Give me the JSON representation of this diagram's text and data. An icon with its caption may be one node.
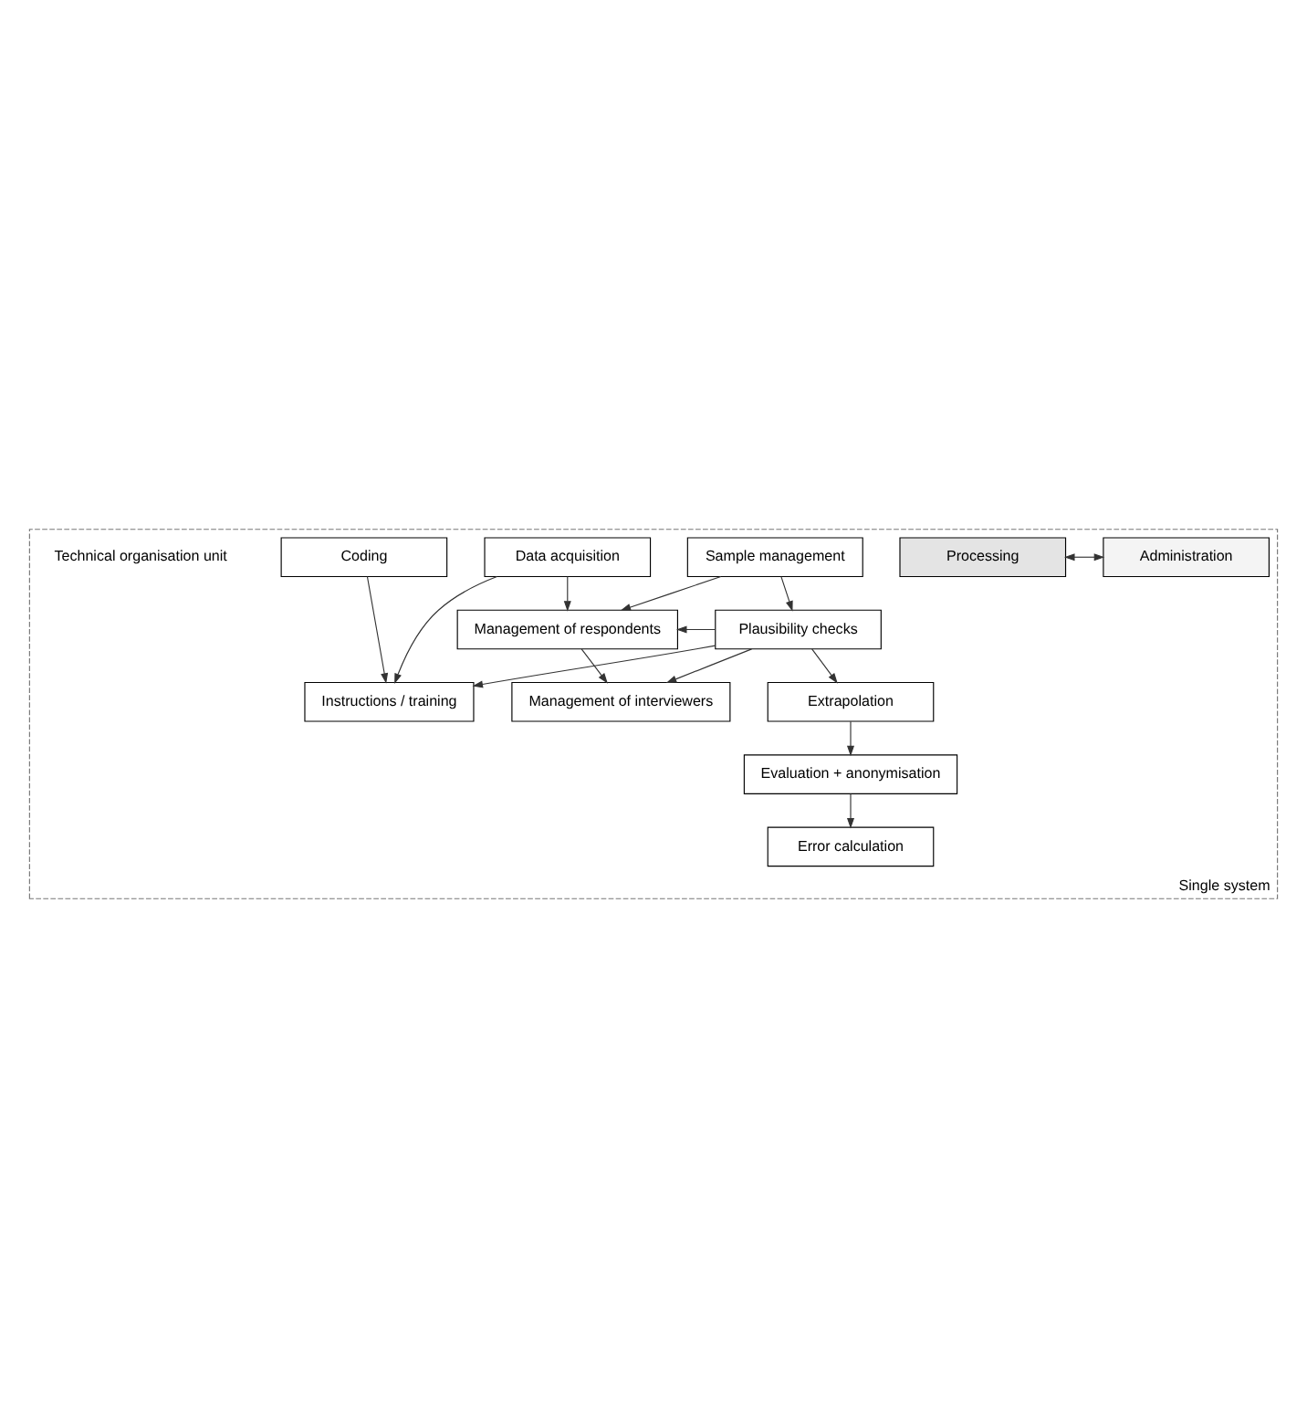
{
  "diagram": {
    "nodes": [
      {
        "text": [
          "Single system"
        ]
      },
      {
        "text": [
          "Processing"
        ],
        "in": 0
      },
      {
        "text": [
          "Administration"
        ],
        "in": 0
      },
      {
        "text": [
          "Coding"
        ],
        "in": 0
      },
      {
        "text": [
          "Sample management"
        ],
        "in": 0
      },
      {
        "text": [
          "Data acquisition"
        ],
        "in": 0
      },
      {
        "text": [
          "Management of respondents"
        ],
        "in": 0
      },
      {
        "text": [
          "Plausibility checks"
        ],
        "in": 0
      },
      {
        "text": [
          "Extrapolation"
        ],
        "in": 0
      },
      {
        "text": [
          "Management of interviewers"
        ],
        "in": 0
      },
      {
        "text": [
          "Instructions / training"
        ],
        "in": 0
      },
      {
        "text": [
          "Evaluation + anonymisation"
        ],
        "in": 0
      },
      {
        "text": [
          "Error calculation"
        ],
        "in": 0
      }
    ],
    "edges": [
      {
        "from": 1,
        "to": 2,
        "arrow": "both"
      },
      {
        "from": 3,
        "to": 10,
        "arrow": "to"
      },
      {
        "from": 5,
        "to": 10,
        "arrow": "to"
      },
      {
        "from": 7,
        "to": 10,
        "arrow": "to"
      },
      {
        "from": 4,
        "to": 7,
        "arrow": "to"
      },
      {
        "from": 4,
        "to": 6,
        "arrow": "to"
      },
      {
        "from": 5,
        "to": 6,
        "arrow": "to"
      },
      {
        "from": 7,
        "to": 6,
        "arrow": "to"
      },
      {
        "from": 7,
        "to": 9,
        "arrow": "to"
      },
      {
        "from": 6,
        "to": 9,
        "arrow": "to"
      },
      {
        "from": 7,
        "to": 8,
        "arrow": "to"
      },
      {
        "from": 8,
        "to": 11,
        "arrow": "to"
      },
      {
        "from": 11,
        "to": 12,
        "arrow": "to"
      }
    ],
    "labels": [
      "Technical organisation unit"
    ]
  }
}
